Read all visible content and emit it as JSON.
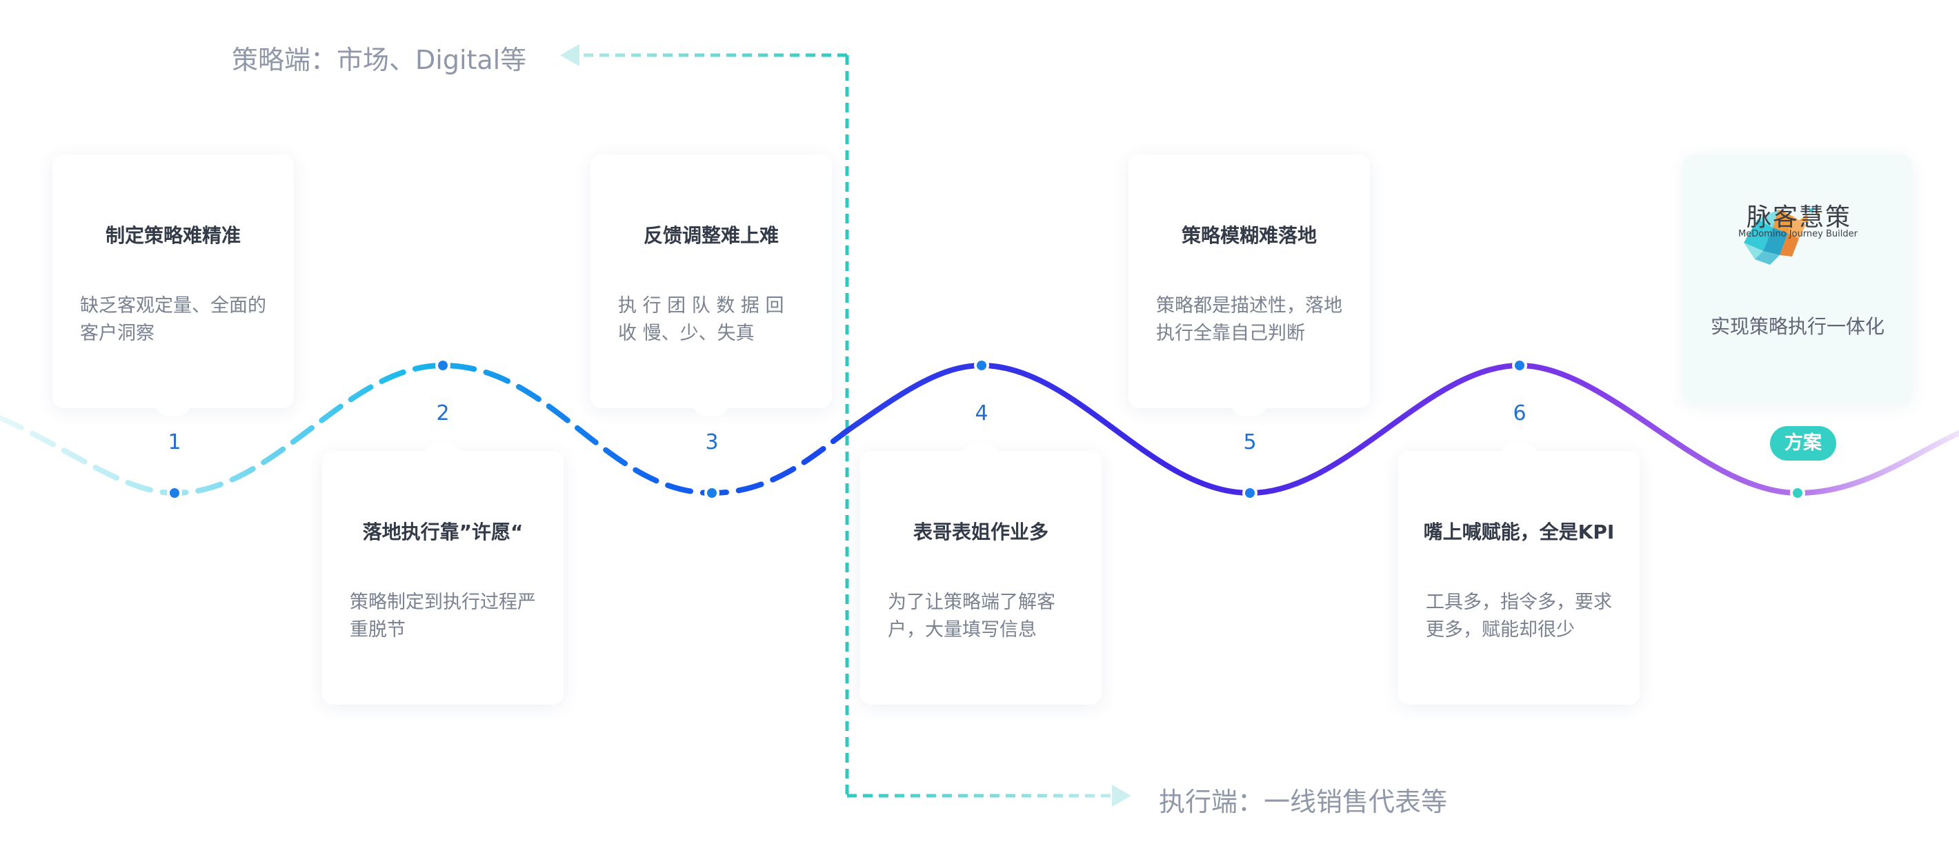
{
  "strategy_side": "策略端：市场、Digital等",
  "execution_side": "执行端：一线销售代表等",
  "steps": [
    {
      "number": "1",
      "title": "制定策略难精准",
      "desc": "缺乏客观定量、全面的客户洞察"
    },
    {
      "number": "2",
      "title": "落地执行靠”许愿“",
      "desc": "策略制定到执行过程严重脱节"
    },
    {
      "number": "3",
      "title": "反馈调整难上难",
      "desc": "执 行 团 队 数 据 回 收 慢、少、失真"
    },
    {
      "number": "4",
      "title": "表哥表姐作业多",
      "desc": "为了让策略端了解客户，大量填写信息"
    },
    {
      "number": "5",
      "title": "策略模糊难落地",
      "desc": "策略都是描述性，落地执行全靠自己判断"
    },
    {
      "number": "6",
      "title": "嘴上喊赋能，全是KPI",
      "desc": "工具多，指令多，要求更多，赋能却很少"
    }
  ],
  "solution": {
    "logo_name": "脉客慧策",
    "logo_subtitle": "MeDomino Journey Builder",
    "desc": "实现策略执行一体化",
    "badge": "方案"
  },
  "colors": {
    "wave_start": "#c8f0f4",
    "wave_cyan": "#2fc6e6",
    "wave_blue": "#1f5ff0",
    "wave_indigo": "#3b2ee6",
    "wave_purple": "#8b3fe6",
    "wave_end": "#e6d6f8",
    "divider_teal": "#2cc9c0",
    "dot_blue": "#1a7fea",
    "dot_teal": "#35cfc5"
  }
}
